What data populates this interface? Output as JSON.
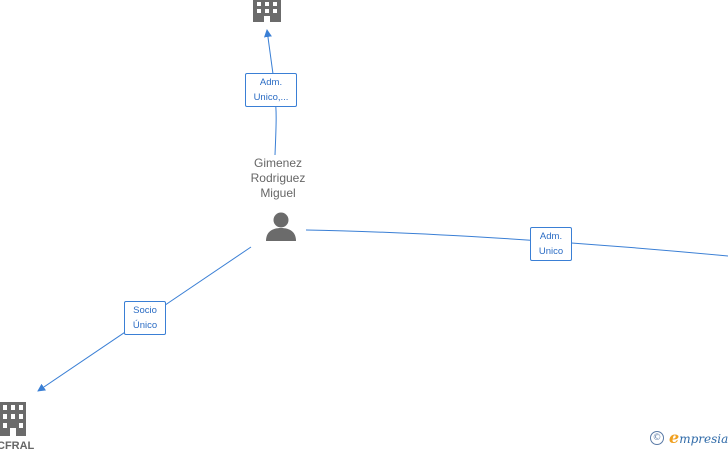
{
  "nodes": {
    "person": {
      "name_lines": [
        "Gimenez",
        "Rodriguez",
        "Miguel"
      ],
      "icon": "person-icon"
    },
    "company_top": {
      "icon": "building-icon"
    },
    "company_bottom_left": {
      "icon": "building-icon",
      "label": "CFRAL"
    }
  },
  "edges": [
    {
      "id": "to-top",
      "label_lines": [
        "Adm.",
        "Unico,..."
      ]
    },
    {
      "id": "to-right",
      "label_lines": [
        "Adm.",
        "Unico"
      ]
    },
    {
      "id": "to-bottom-left",
      "label_lines": [
        "Socio",
        "Único"
      ]
    }
  ],
  "colors": {
    "edge": "#3a7fd5",
    "label_text": "#2b6cc4",
    "node_icon": "#6b6b6b",
    "node_text": "#666666"
  },
  "watermark": {
    "symbol": "©",
    "brand_initial": "e",
    "brand_rest": "mpresia"
  }
}
